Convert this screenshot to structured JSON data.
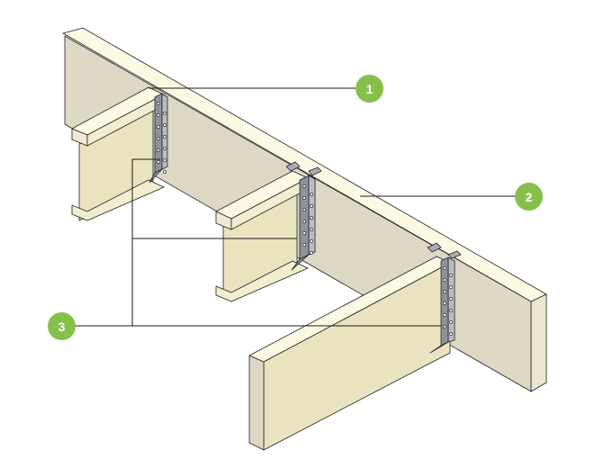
{
  "colors": {
    "badge": "#86c04b",
    "top_face": "#fbf8e4",
    "side_face": "#dcd8c4",
    "joist_face": "#eae3bf",
    "hanger": "#a8acb6",
    "line": "#1a1a1a"
  },
  "callouts": [
    {
      "label": "1",
      "target": "rim-beam-top"
    },
    {
      "label": "2",
      "target": "rim-beam"
    },
    {
      "label": "3",
      "target": "joist-hangers"
    }
  ]
}
